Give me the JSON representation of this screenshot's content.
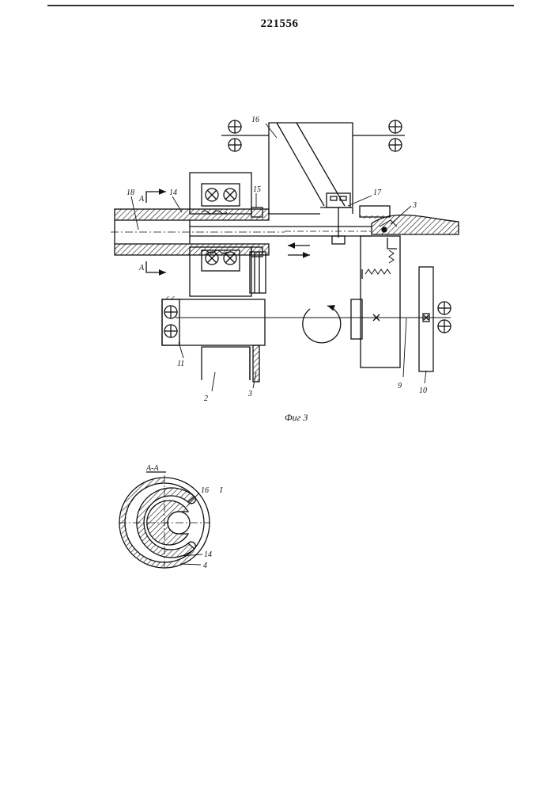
{
  "document": {
    "patent_number": "221556"
  },
  "figure_3": {
    "caption": "Фиг 3",
    "labels": {
      "l18": "18",
      "l14": "14",
      "l15": "15",
      "l16": "16",
      "l17": "17",
      "l3_right": "3",
      "l11": "11",
      "l2": "2",
      "l3_bottom": "3",
      "l9": "9",
      "l10": "10",
      "section_top_a": "A",
      "section_bottom_a": "A"
    }
  },
  "section_aa": {
    "title": "A-A",
    "labels": {
      "l16": "16",
      "l14": "14",
      "l4": "4",
      "mark": "I"
    }
  }
}
